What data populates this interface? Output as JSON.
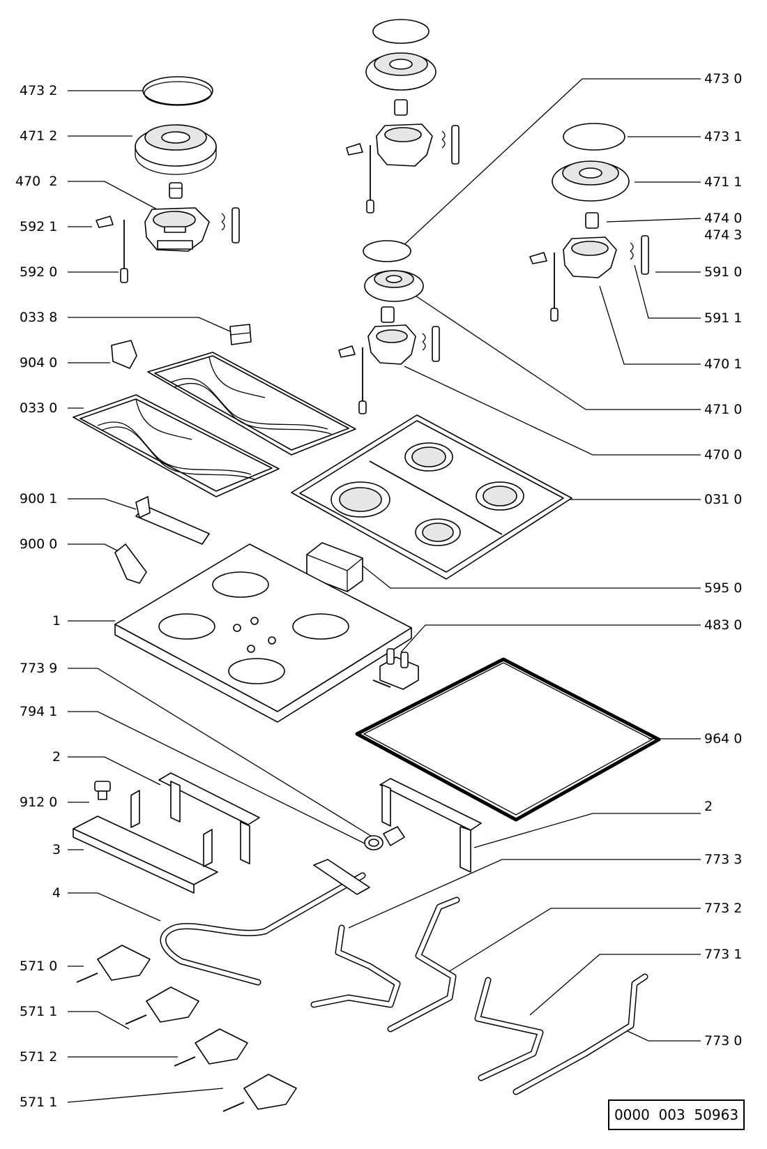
{
  "labels_left": [
    {
      "id": "473-2",
      "text": "473 2"
    },
    {
      "id": "471-2",
      "text": "471 2"
    },
    {
      "id": "470-2",
      "text": "470  2"
    },
    {
      "id": "592-1",
      "text": "592 1"
    },
    {
      "id": "592-0",
      "text": "592 0"
    },
    {
      "id": "033-8",
      "text": "033 8"
    },
    {
      "id": "904-0",
      "text": "904 0"
    },
    {
      "id": "033-0",
      "text": "033 0"
    },
    {
      "id": "900-1",
      "text": "900 1"
    },
    {
      "id": "900-0",
      "text": "900 0"
    },
    {
      "id": "1",
      "text": "1"
    },
    {
      "id": "773-9",
      "text": "773 9"
    },
    {
      "id": "794-1",
      "text": "794 1"
    },
    {
      "id": "2a",
      "text": "2"
    },
    {
      "id": "912-0",
      "text": "912 0"
    },
    {
      "id": "3",
      "text": "3"
    },
    {
      "id": "4",
      "text": "4"
    },
    {
      "id": "571-0",
      "text": "571 0"
    },
    {
      "id": "571-1a",
      "text": "571 1"
    },
    {
      "id": "571-2",
      "text": "571 2"
    },
    {
      "id": "571-1b",
      "text": "571 1"
    }
  ],
  "labels_right": [
    {
      "id": "473-0",
      "text": "473 0"
    },
    {
      "id": "473-1",
      "text": "473 1"
    },
    {
      "id": "471-1",
      "text": "471 1"
    },
    {
      "id": "474-0",
      "text": "474 0"
    },
    {
      "id": "474-3",
      "text": "474 3"
    },
    {
      "id": "591-0",
      "text": "591 0"
    },
    {
      "id": "591-1",
      "text": "591 1"
    },
    {
      "id": "470-1",
      "text": "470 1"
    },
    {
      "id": "471-0",
      "text": "471 0"
    },
    {
      "id": "470-0",
      "text": "470 0"
    },
    {
      "id": "031-0",
      "text": "031 0"
    },
    {
      "id": "595-0",
      "text": "595 0"
    },
    {
      "id": "483-0",
      "text": "483 0"
    },
    {
      "id": "964-0",
      "text": "964 0"
    },
    {
      "id": "2b",
      "text": "2"
    },
    {
      "id": "773-3",
      "text": "773 3"
    },
    {
      "id": "773-2",
      "text": "773 2"
    },
    {
      "id": "773-1",
      "text": "773 1"
    },
    {
      "id": "773-0",
      "text": "773 0"
    }
  ],
  "drawing_number": "0000  003  50963"
}
